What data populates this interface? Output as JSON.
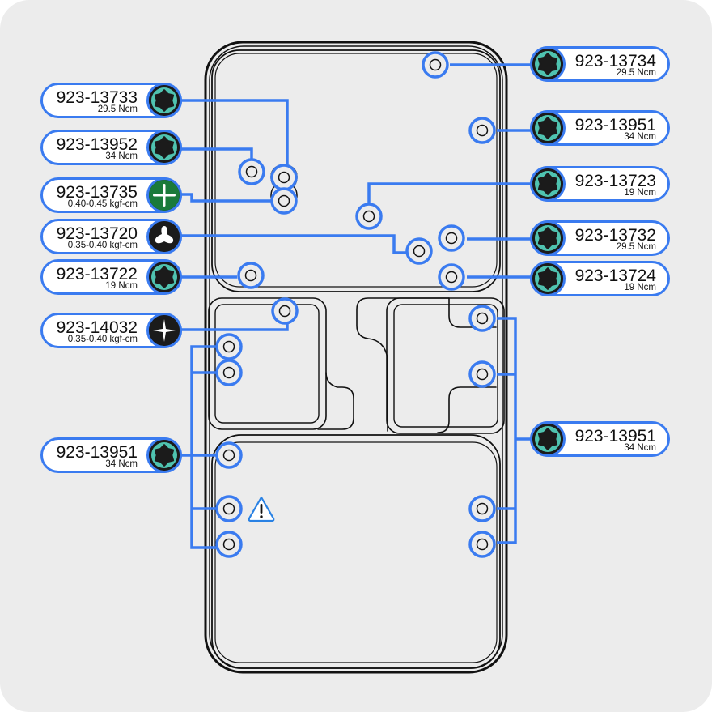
{
  "diagram": {
    "title": "",
    "colors": {
      "background": "#ececec",
      "callout_accent": "#3a7bf0",
      "torx_bit": "#4fc3b0",
      "phillips_green": "#1a7a3a",
      "bit_dark": "#1b1b1b",
      "outline": "#111111"
    },
    "warning_icon": "warning-triangle-icon",
    "callouts": [
      {
        "id": "c1",
        "side": "left",
        "part": "923-13733",
        "torque": "29.5 Ncm",
        "bit": "torx"
      },
      {
        "id": "c2",
        "side": "left",
        "part": "923-13952",
        "torque": "34 Ncm",
        "bit": "torx"
      },
      {
        "id": "c3",
        "side": "left",
        "part": "923-13735",
        "torque": "0.40-0.45 kgf-cm",
        "bit": "phillips-green"
      },
      {
        "id": "c4",
        "side": "left",
        "part": "923-13720",
        "torque": "0.35-0.40 kgf-cm",
        "bit": "tri-point"
      },
      {
        "id": "c5",
        "side": "left",
        "part": "923-13722",
        "torque": "19 Ncm",
        "bit": "torx"
      },
      {
        "id": "c6",
        "side": "left",
        "part": "923-14032",
        "torque": "0.35-0.40 kgf-cm",
        "bit": "phillips-black"
      },
      {
        "id": "c7",
        "side": "left",
        "part": "923-13951",
        "torque": "34 Ncm",
        "bit": "torx"
      },
      {
        "id": "c8",
        "side": "right",
        "part": "923-13734",
        "torque": "29.5 Ncm",
        "bit": "torx"
      },
      {
        "id": "c9",
        "side": "right",
        "part": "923-13951",
        "torque": "34 Ncm",
        "bit": "torx"
      },
      {
        "id": "c10",
        "side": "right",
        "part": "923-13723",
        "torque": "19 Ncm",
        "bit": "torx"
      },
      {
        "id": "c11",
        "side": "right",
        "part": "923-13732",
        "torque": "29.5 Ncm",
        "bit": "torx"
      },
      {
        "id": "c12",
        "side": "right",
        "part": "923-13724",
        "torque": "19 Ncm",
        "bit": "torx"
      },
      {
        "id": "c13",
        "side": "right",
        "part": "923-13951",
        "torque": "34 Ncm",
        "bit": "torx"
      }
    ]
  }
}
